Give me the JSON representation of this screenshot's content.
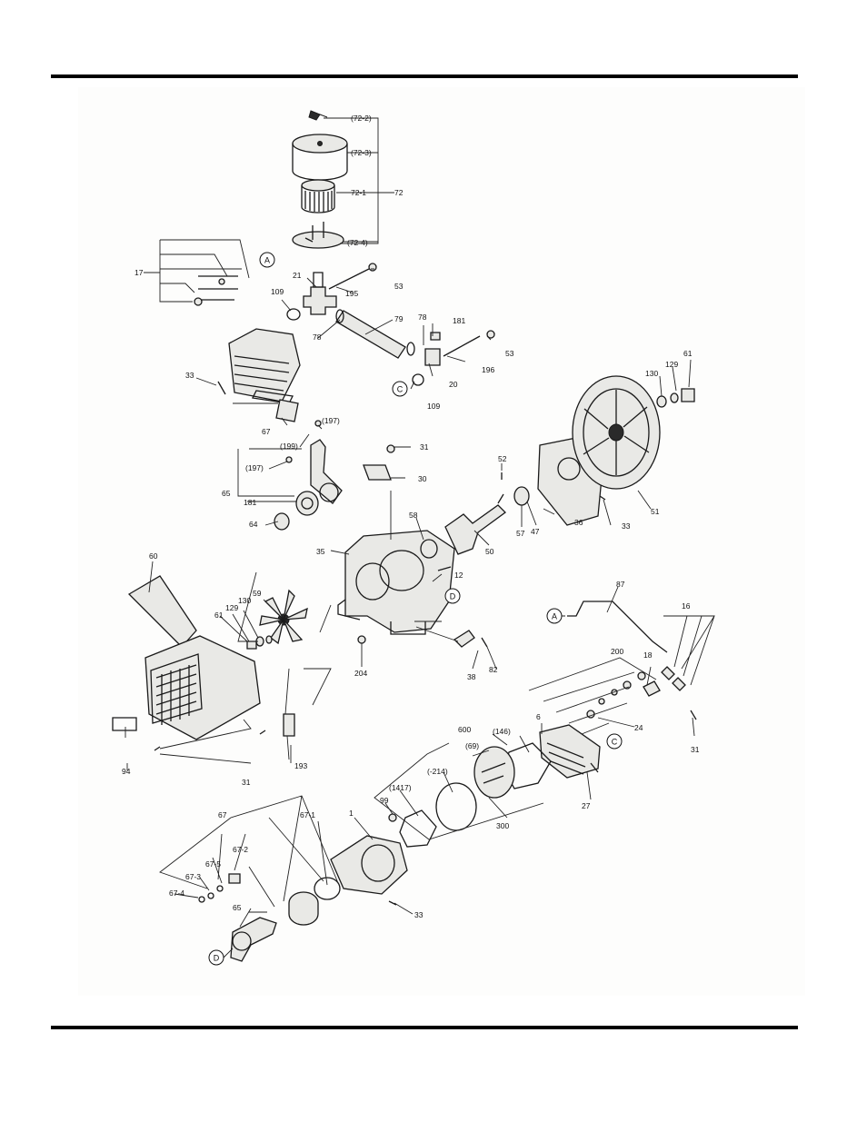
{
  "page": {
    "rule_color": "#000000"
  },
  "callouts": [
    {
      "id": "c-72-2",
      "text": "(72-2)"
    },
    {
      "id": "c-72-3",
      "text": "(72-3)"
    },
    {
      "id": "c-72-1",
      "text": "72-1"
    },
    {
      "id": "c-72",
      "text": "72"
    },
    {
      "id": "c-72-4",
      "text": "(72-4)"
    },
    {
      "id": "c-17",
      "text": "17"
    },
    {
      "id": "c-21",
      "text": "21"
    },
    {
      "id": "c-195",
      "text": "195"
    },
    {
      "id": "c-53a",
      "text": "53"
    },
    {
      "id": "c-109a",
      "text": "109"
    },
    {
      "id": "c-79",
      "text": "79"
    },
    {
      "id": "c-78a",
      "text": "78"
    },
    {
      "id": "c-78b",
      "text": "78"
    },
    {
      "id": "c-181a",
      "text": "181"
    },
    {
      "id": "c-53b",
      "text": "53"
    },
    {
      "id": "c-196",
      "text": "196"
    },
    {
      "id": "c-20",
      "text": "20"
    },
    {
      "id": "c-109b",
      "text": "109"
    },
    {
      "id": "c-33a",
      "text": "33"
    },
    {
      "id": "c-67a",
      "text": "67"
    },
    {
      "id": "c-197a",
      "text": "(197)"
    },
    {
      "id": "c-199",
      "text": "(199)"
    },
    {
      "id": "c-197b",
      "text": "(197)"
    },
    {
      "id": "c-65a",
      "text": "65"
    },
    {
      "id": "c-181b",
      "text": "181"
    },
    {
      "id": "c-64",
      "text": "64"
    },
    {
      "id": "c-31a",
      "text": "31"
    },
    {
      "id": "c-30",
      "text": "30"
    },
    {
      "id": "c-52",
      "text": "52"
    },
    {
      "id": "c-58",
      "text": "58"
    },
    {
      "id": "c-50",
      "text": "50"
    },
    {
      "id": "c-57",
      "text": "57"
    },
    {
      "id": "c-47",
      "text": "47"
    },
    {
      "id": "c-36",
      "text": "36"
    },
    {
      "id": "c-33b",
      "text": "33"
    },
    {
      "id": "c-51",
      "text": "51"
    },
    {
      "id": "c-61a",
      "text": "61"
    },
    {
      "id": "c-130a",
      "text": "130"
    },
    {
      "id": "c-129a",
      "text": "129"
    },
    {
      "id": "c-35",
      "text": "35"
    },
    {
      "id": "c-12",
      "text": "12"
    },
    {
      "id": "c-60",
      "text": "60"
    },
    {
      "id": "c-59",
      "text": "59"
    },
    {
      "id": "c-130b",
      "text": "130"
    },
    {
      "id": "c-129b",
      "text": "129"
    },
    {
      "id": "c-61b",
      "text": "61"
    },
    {
      "id": "c-204",
      "text": "204"
    },
    {
      "id": "c-38",
      "text": "38"
    },
    {
      "id": "c-82",
      "text": "82"
    },
    {
      "id": "c-87",
      "text": "87"
    },
    {
      "id": "c-16",
      "text": "16"
    },
    {
      "id": "c-200",
      "text": "200"
    },
    {
      "id": "c-18",
      "text": "18"
    },
    {
      "id": "c-24",
      "text": "24"
    },
    {
      "id": "c-31b",
      "text": "31"
    },
    {
      "id": "c-600",
      "text": "600"
    },
    {
      "id": "c-146",
      "text": "(146)"
    },
    {
      "id": "c-6",
      "text": "6"
    },
    {
      "id": "c-69",
      "text": "(69)"
    },
    {
      "id": "c-214",
      "text": "(-214)"
    },
    {
      "id": "c-1417",
      "text": "(1417)"
    },
    {
      "id": "c-27",
      "text": "27"
    },
    {
      "id": "c-300",
      "text": "300"
    },
    {
      "id": "c-94",
      "text": "94"
    },
    {
      "id": "c-31c",
      "text": "31"
    },
    {
      "id": "c-193",
      "text": "193"
    },
    {
      "id": "c-99",
      "text": "99"
    },
    {
      "id": "c-67b",
      "text": "67"
    },
    {
      "id": "c-67-1",
      "text": "67-1"
    },
    {
      "id": "c-1",
      "text": "1"
    },
    {
      "id": "c-67-5",
      "text": "67-5"
    },
    {
      "id": "c-67-2",
      "text": "67-2"
    },
    {
      "id": "c-67-3",
      "text": "67-3"
    },
    {
      "id": "c-67-4",
      "text": "67-4"
    },
    {
      "id": "c-33c",
      "text": "33"
    },
    {
      "id": "c-65b",
      "text": "65"
    }
  ],
  "refs": [
    {
      "id": "ref-a1",
      "text": "A"
    },
    {
      "id": "ref-c1",
      "text": "C"
    },
    {
      "id": "ref-d1",
      "text": "D"
    },
    {
      "id": "ref-a2",
      "text": "A"
    },
    {
      "id": "ref-c2",
      "text": "C"
    },
    {
      "id": "ref-d2",
      "text": "D"
    }
  ]
}
